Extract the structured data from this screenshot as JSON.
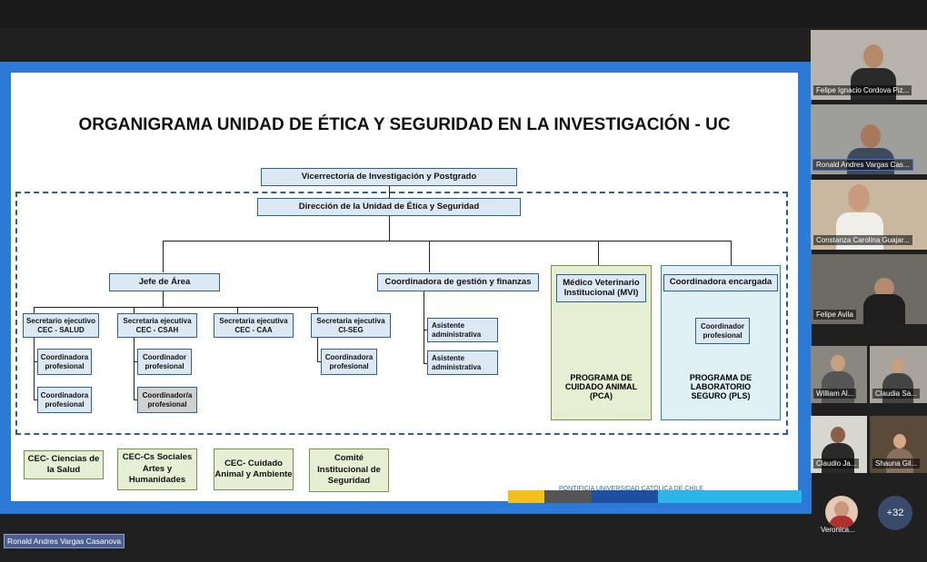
{
  "slide": {
    "title": "ORGANIGRAMA UNIDAD DE ÉTICA Y SEGURIDAD EN LA INVESTIGACIÓN - UC",
    "vicerrectoria": "Vicerrectoría de Investigación y Postgrado",
    "direccion": "Dirección de la Unidad de Ética y Seguridad",
    "jefe": "Jefe de Área",
    "coord_gestion": "Coordinadora de gestión y finanzas",
    "medico": "Médico Veterinario Institucional (MVI)",
    "coord_encargada": "Coordinadora encargada",
    "sec_salud": "Secretario ejecutivo CEC - SALUD",
    "sec_csah": "Secretaria ejecutiva CEC - CSAH",
    "sec_caa": "Secretaria ejecutiva CEC - CAA",
    "sec_ciseg": "Secretaria ejecutiva CI-SEG",
    "coord_prof_1": "Coordinadora profesional",
    "coord_prof_2": "Coordinadora profesional",
    "coord_prof_3": "Coordinador profesional",
    "coord_prof_4": "Coordinador/a profesional",
    "coord_prof_5": "Coordinadora profesional",
    "coord_prof_6": "Coordinador profesional",
    "asist_1": "Asistente administrativa",
    "asist_2": "Asistente administrativa",
    "pca": "PROGRAMA DE CUIDADO ANIMAL (PCA)",
    "pls": "PROGRAMA DE LABORATORIO SEGURO (PLS)",
    "cec_salud": "CEC- Ciencias de la Salud",
    "cec_cs": "CEC-Cs Sociales Artes y Humanidades",
    "cec_animal": "CEC- Cuidado Animal y Ambiente",
    "comite": "Comité Institucional de Seguridad",
    "footer": "PONTIFICIA UNIVERSIDAD CATÓLICA DE CHILE"
  },
  "participants": [
    "Felipe Ignacio Cordova Piz...",
    "Ronald Andres Vargas Cas...",
    "Constanza Carolina Guajar...",
    "Felipe Avila",
    "William Al...",
    "Claudia Sa...",
    "Claudio Ja...",
    "Shauna Gil...",
    "Veronica..."
  ],
  "more_count": "+32",
  "active_speaker": "Ronald Andres Vargas Casanova",
  "colors": {
    "slide_border": "#2b7bd6",
    "org_box": "#dce9f5",
    "group_box": "#e6efd3"
  }
}
